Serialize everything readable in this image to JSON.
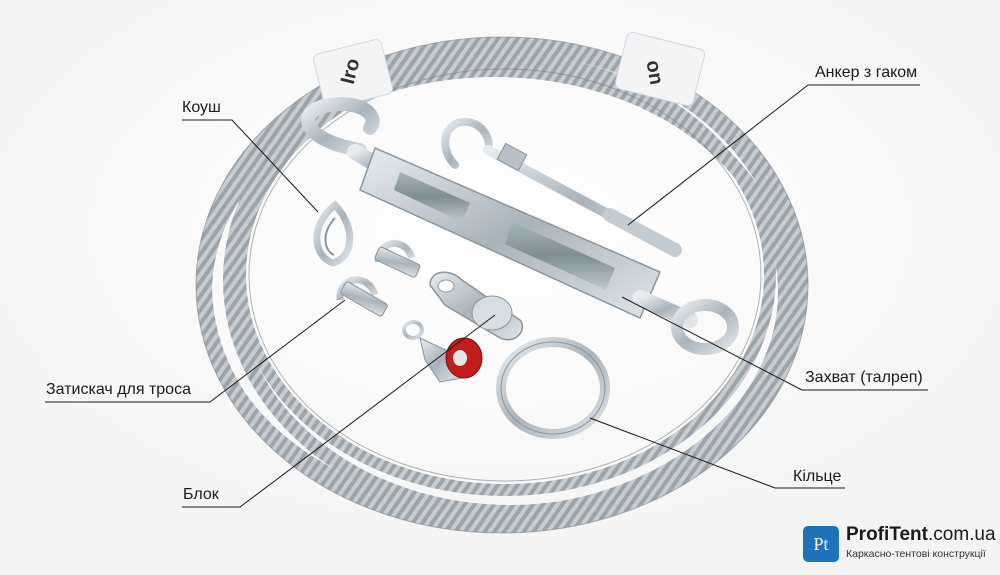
{
  "labels": {
    "anchor": "Анкер з гаком",
    "thimble": "Коуш",
    "clamp": "Затискач для троса",
    "turnbuckle": "Захват (талреп)",
    "block": "Блок",
    "ring": "Кільце"
  },
  "logo": {
    "badge": "Pt",
    "name_bold": "ProfiTent",
    "name_rest": ".com.ua",
    "tagline": "Каркасно-тентові конструкції"
  }
}
